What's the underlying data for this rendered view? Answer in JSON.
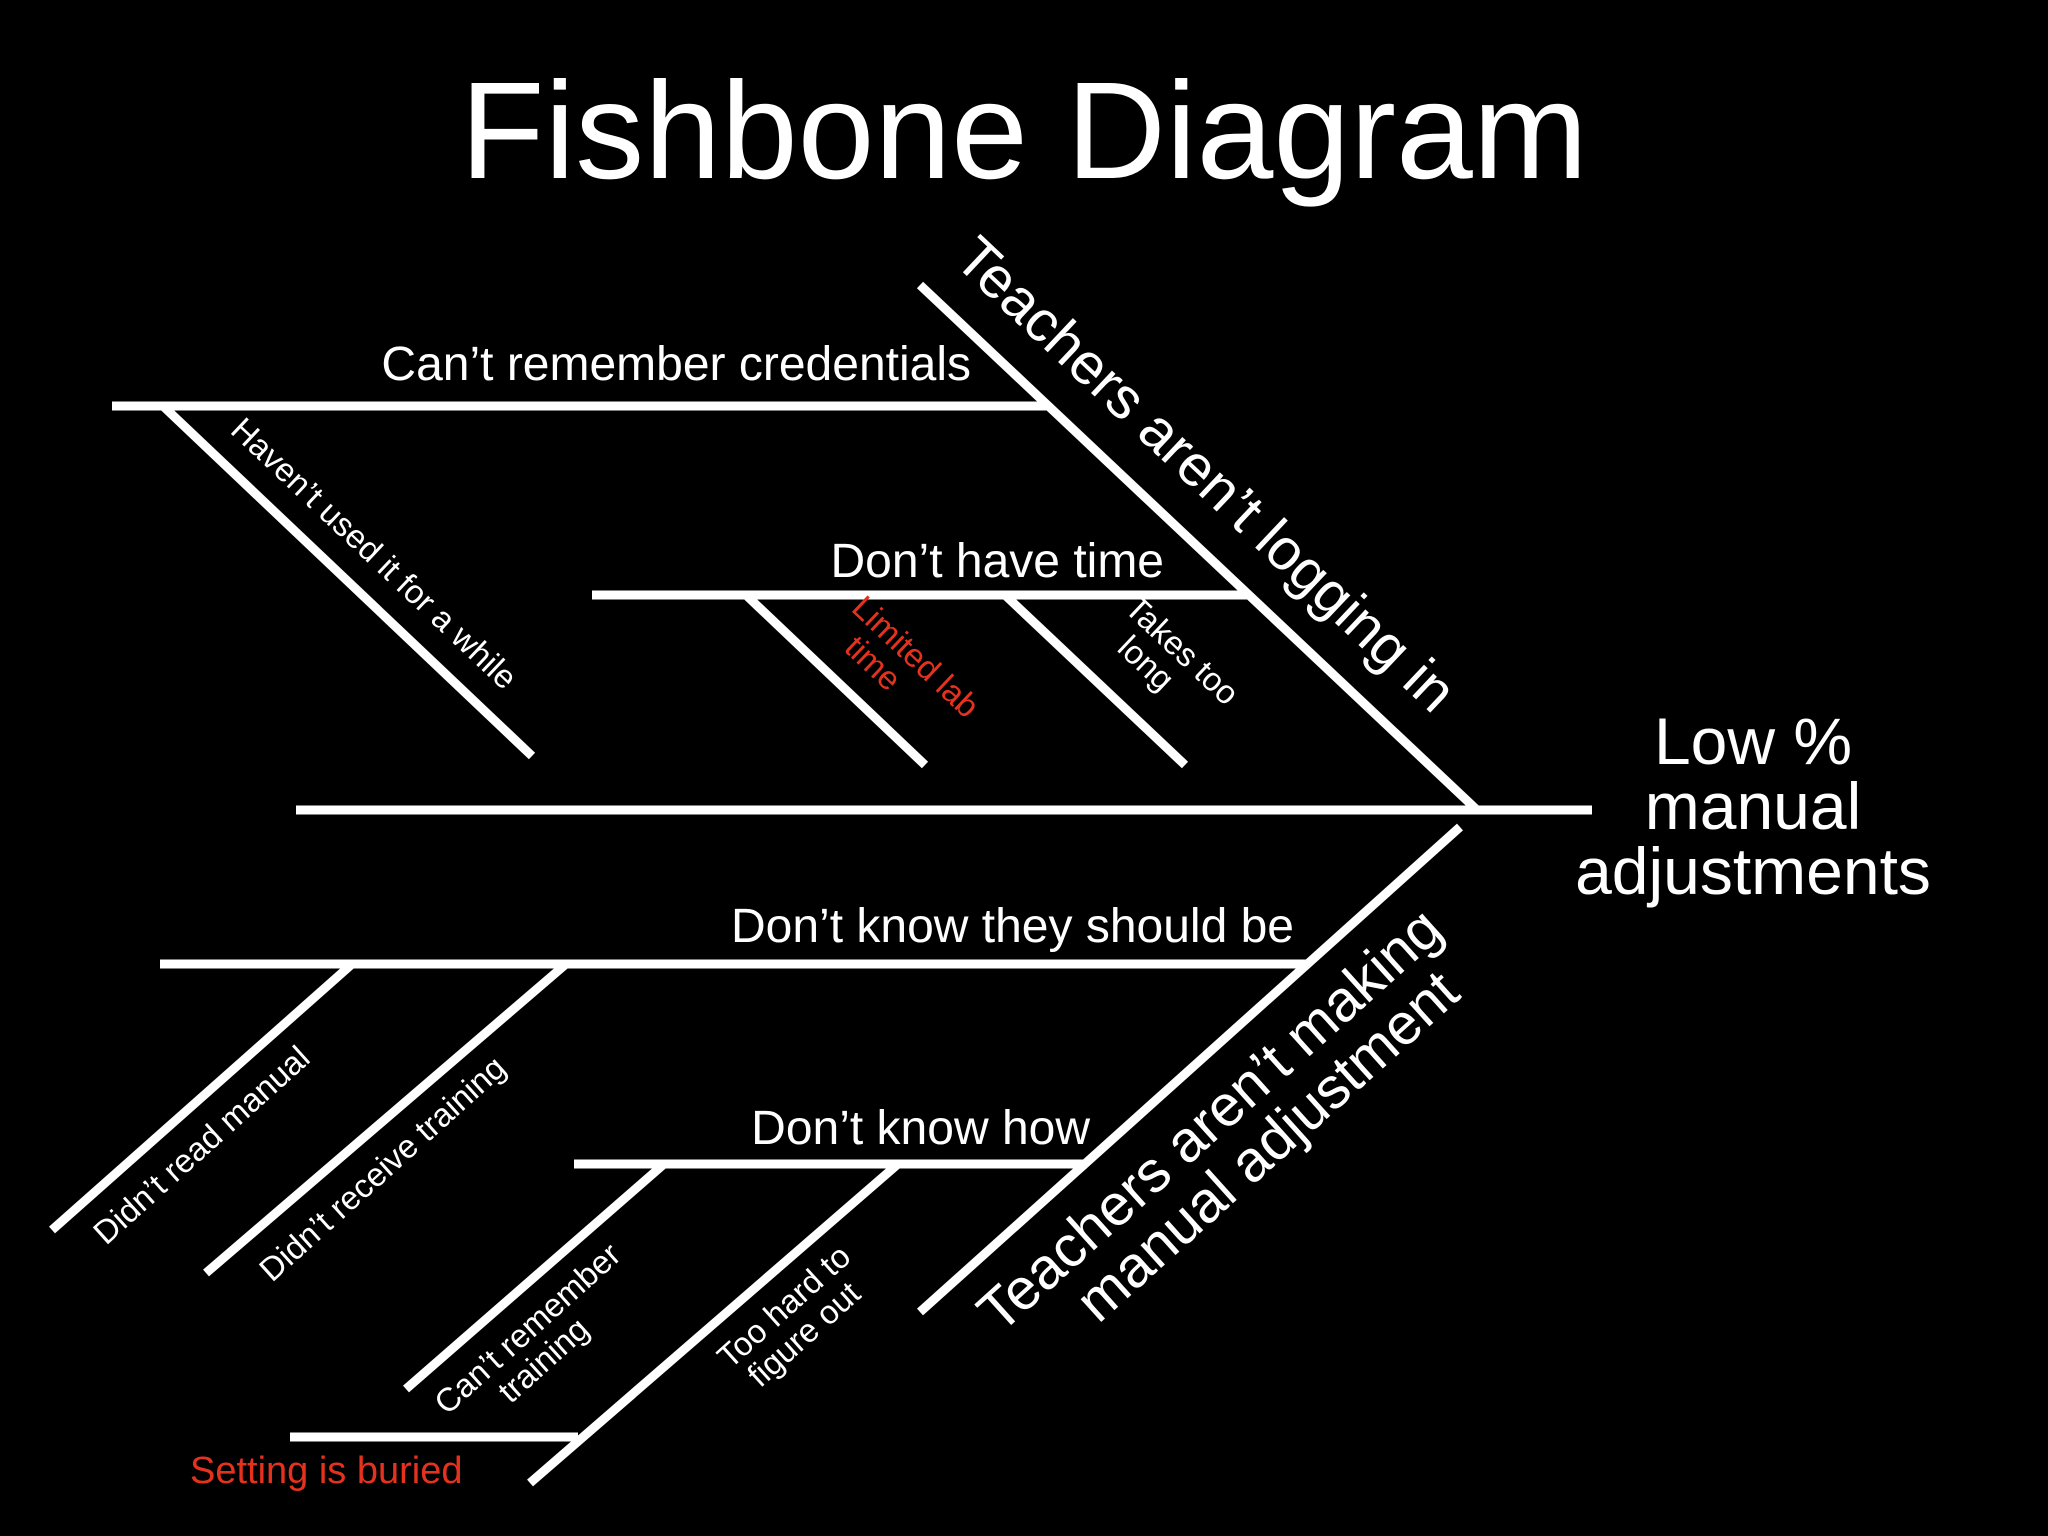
{
  "title": "Fishbone Diagram",
  "effect": {
    "lines": [
      "Low %",
      "manual",
      "adjustments"
    ]
  },
  "categories": {
    "logging_in": "Teachers aren’t logging in",
    "manual_adjustment_1": "Teachers aren’t making",
    "manual_adjustment_2": "manual adjustment"
  },
  "sub_causes": {
    "cant_remember_credentials": "Can’t remember credentials",
    "dont_have_time": "Don’t have time",
    "dont_know_should": "Don’t know they should be",
    "dont_know_how": "Don’t know how"
  },
  "causes": {
    "havent_used": "Haven’t used it for a while",
    "limited_lab_1": "Limited lab",
    "limited_lab_2": "time",
    "takes_too_long_1": "Takes too",
    "takes_too_long_2": "long",
    "didnt_read_manual": "Didn’t read manual",
    "didnt_receive_training": "Didn’t receive training",
    "cant_remember_training_1": "Can’t remember",
    "cant_remember_training_2": "training",
    "too_hard_1": "Too hard to",
    "too_hard_2": "figure out",
    "setting_buried": "Setting is buried"
  },
  "colors": {
    "background": "#000000",
    "lines": "#ffffff",
    "text": "#ffffff",
    "highlight": "#e5321e"
  },
  "highlighted_causes": [
    "Limited lab time",
    "Setting is buried"
  ]
}
